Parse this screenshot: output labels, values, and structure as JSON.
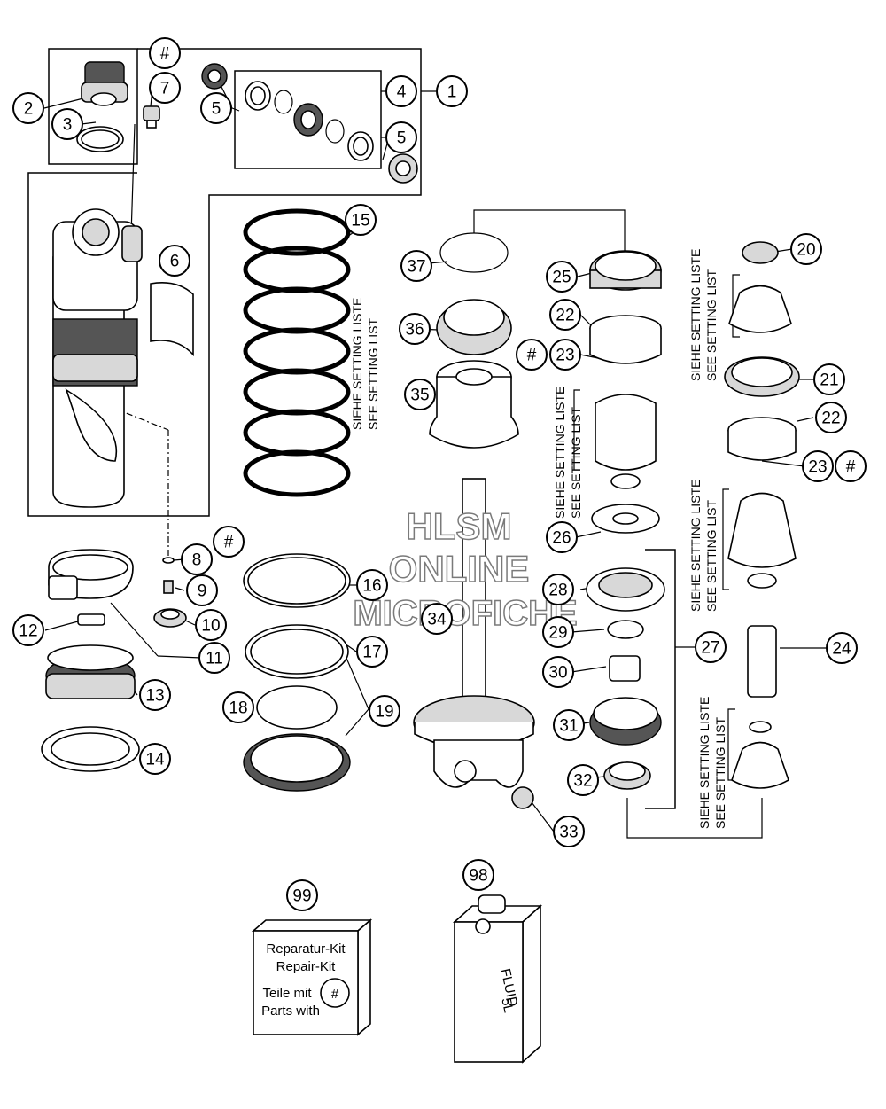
{
  "callouts": [
    {
      "id": "c1",
      "label": "1"
    },
    {
      "id": "c2",
      "label": "2"
    },
    {
      "id": "c3",
      "label": "3"
    },
    {
      "id": "c4",
      "label": "4"
    },
    {
      "id": "c5a",
      "label": "5"
    },
    {
      "id": "c5b",
      "label": "5"
    },
    {
      "id": "c6",
      "label": "6"
    },
    {
      "id": "c7",
      "label": "7"
    },
    {
      "id": "c8",
      "label": "8"
    },
    {
      "id": "c9",
      "label": "9"
    },
    {
      "id": "c10",
      "label": "10"
    },
    {
      "id": "c11",
      "label": "11"
    },
    {
      "id": "c12",
      "label": "12"
    },
    {
      "id": "c13",
      "label": "13"
    },
    {
      "id": "c14",
      "label": "14"
    },
    {
      "id": "c15",
      "label": "15"
    },
    {
      "id": "c16",
      "label": "16"
    },
    {
      "id": "c17",
      "label": "17"
    },
    {
      "id": "c18",
      "label": "18"
    },
    {
      "id": "c19",
      "label": "19"
    },
    {
      "id": "c20",
      "label": "20"
    },
    {
      "id": "c21",
      "label": "21"
    },
    {
      "id": "c22a",
      "label": "22"
    },
    {
      "id": "c22b",
      "label": "22"
    },
    {
      "id": "c23a",
      "label": "23"
    },
    {
      "id": "c23b",
      "label": "23"
    },
    {
      "id": "c24",
      "label": "24"
    },
    {
      "id": "c25",
      "label": "25"
    },
    {
      "id": "c26",
      "label": "26"
    },
    {
      "id": "c27",
      "label": "27"
    },
    {
      "id": "c28",
      "label": "28"
    },
    {
      "id": "c29",
      "label": "29"
    },
    {
      "id": "c30",
      "label": "30"
    },
    {
      "id": "c31",
      "label": "31"
    },
    {
      "id": "c32",
      "label": "32"
    },
    {
      "id": "c33",
      "label": "33"
    },
    {
      "id": "c34",
      "label": "34"
    },
    {
      "id": "c35",
      "label": "35"
    },
    {
      "id": "c36",
      "label": "36"
    },
    {
      "id": "c37",
      "label": "37"
    },
    {
      "id": "c98",
      "label": "98"
    },
    {
      "id": "c99",
      "label": "99"
    },
    {
      "id": "h1",
      "label": "#"
    },
    {
      "id": "h2",
      "label": "#"
    },
    {
      "id": "h3",
      "label": "#"
    },
    {
      "id": "h4",
      "label": "#"
    },
    {
      "id": "h5",
      "label": "#"
    }
  ],
  "setting_notes": {
    "line1": "SIEHE SETTING LISTE",
    "line2": "SEE SETTING LIST"
  },
  "kit_box": {
    "line1": "Reparatur-Kit",
    "line2": "Repair-Kit",
    "line3": "Teile mit",
    "line4": "Parts with",
    "symbol": "#"
  },
  "fluid_can": {
    "line1": "FLUID",
    "line2": "5L"
  },
  "watermark": {
    "line1": "HLSM",
    "line2": "ONLINE",
    "line3": "MICROFICHE"
  }
}
